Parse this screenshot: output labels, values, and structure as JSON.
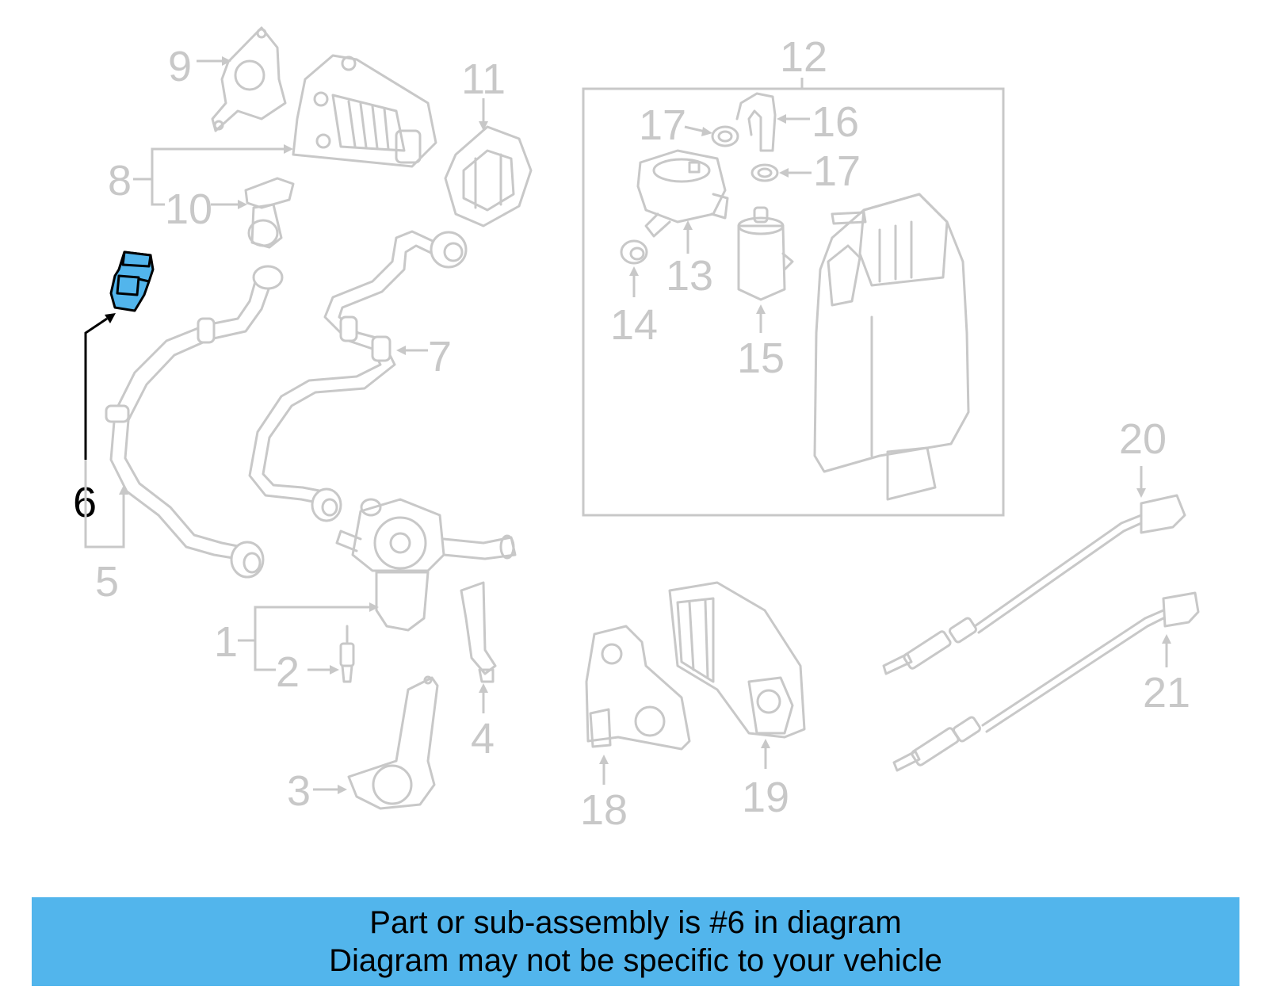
{
  "diagram": {
    "callouts": [
      "1",
      "2",
      "3",
      "4",
      "5",
      "6",
      "7",
      "8",
      "9",
      "10",
      "11",
      "12",
      "13",
      "14",
      "15",
      "16",
      "17",
      "17",
      "18",
      "19",
      "20",
      "21"
    ],
    "highlighted_callout": "6",
    "colors": {
      "highlight_fill": "#52b5ec",
      "active_ink": "#000000",
      "inactive_ink": "#c8c8c8",
      "background": "#ffffff"
    }
  },
  "banner": {
    "line1": "Part or sub-assembly is #6 in diagram",
    "line2": "Diagram may not be specific to your vehicle",
    "background": "#52b5ec"
  }
}
